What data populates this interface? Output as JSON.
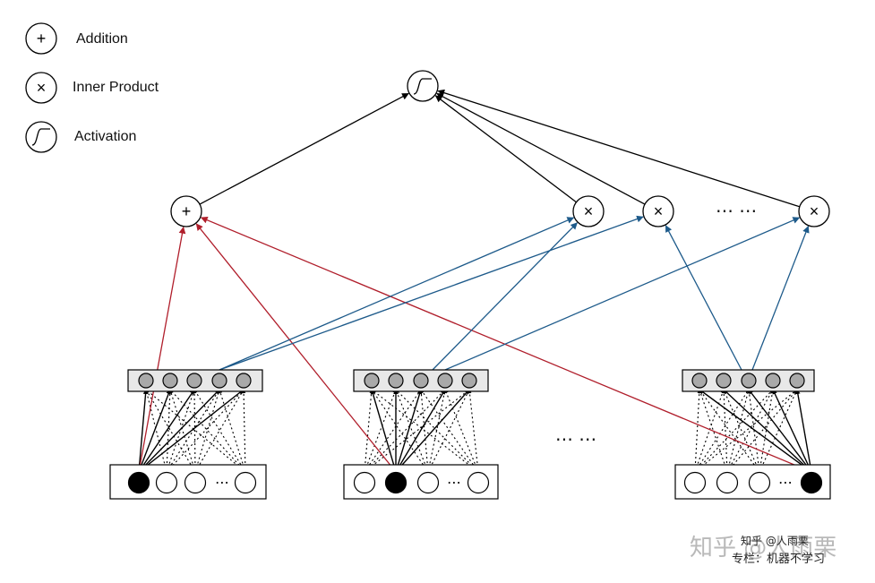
{
  "legend": {
    "addition": "Addition",
    "inner_product": "Inner Product",
    "activation": "Activation"
  },
  "symbols": {
    "plus": "+",
    "times": "×",
    "ellipsis": "⋯",
    "wide_ellipsis": "⋯ ⋯"
  },
  "watermark": {
    "big_text": "知乎 @人雨栗",
    "line1": "知乎 @人雨栗",
    "line2": "专栏：机器不学习"
  },
  "colors": {
    "red_edge": "#b01e2b",
    "blue_edge": "#1d5a8a",
    "black_edge": "#000000",
    "embedding_box": "#e8e8e8",
    "embedding_unit": "#a9a9a9"
  },
  "icons": {
    "activation": "sigmoid-curve-icon",
    "addition": "plus-icon",
    "inner_product": "times-icon"
  }
}
